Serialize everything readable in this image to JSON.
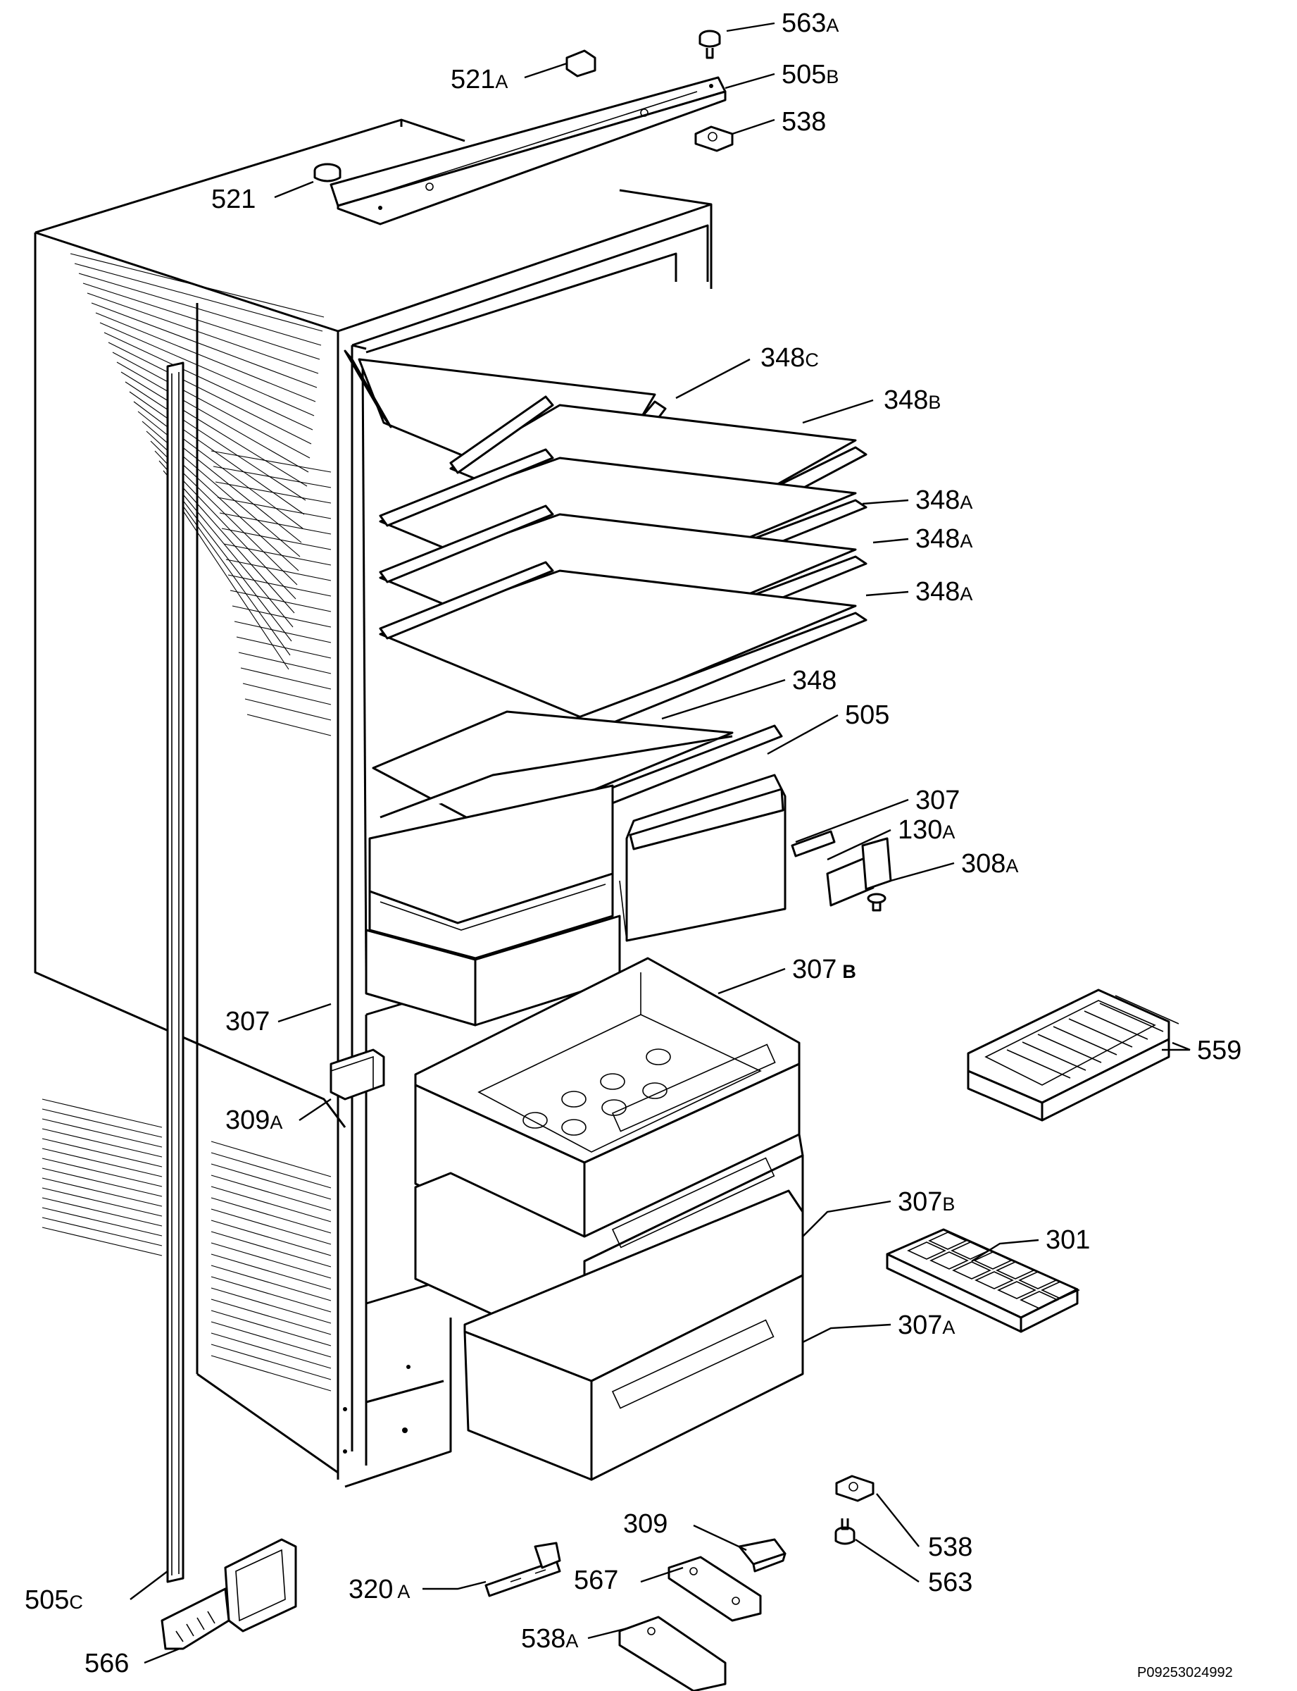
{
  "drawing_number": "P09253024992",
  "labels": [
    {
      "id": "563A",
      "num": "563",
      "suffix": "A"
    },
    {
      "id": "521A",
      "num": "521",
      "suffix": "A"
    },
    {
      "id": "505B",
      "num": "505",
      "suffix": "B"
    },
    {
      "id": "538-top",
      "num": "538",
      "suffix": ""
    },
    {
      "id": "521",
      "num": "521",
      "suffix": ""
    },
    {
      "id": "348C",
      "num": "348",
      "suffix": "C"
    },
    {
      "id": "348B",
      "num": "348",
      "suffix": "B"
    },
    {
      "id": "348A-1",
      "num": "348",
      "suffix": "A"
    },
    {
      "id": "348A-2",
      "num": "348",
      "suffix": "A"
    },
    {
      "id": "348A-3",
      "num": "348",
      "suffix": "A"
    },
    {
      "id": "348",
      "num": "348",
      "suffix": ""
    },
    {
      "id": "505",
      "num": "505",
      "suffix": ""
    },
    {
      "id": "307-right",
      "num": "307",
      "suffix": ""
    },
    {
      "id": "130A",
      "num": "130",
      "suffix": "A"
    },
    {
      "id": "308A",
      "num": "308",
      "suffix": "A"
    },
    {
      "id": "307B-top",
      "num": "307",
      "suffix": "B"
    },
    {
      "id": "307-left",
      "num": "307",
      "suffix": ""
    },
    {
      "id": "559",
      "num": "559",
      "suffix": ""
    },
    {
      "id": "309A",
      "num": "309",
      "suffix": "A"
    },
    {
      "id": "307B",
      "num": "307",
      "suffix": "B"
    },
    {
      "id": "301",
      "num": "301",
      "suffix": ""
    },
    {
      "id": "307A",
      "num": "307",
      "suffix": "A"
    },
    {
      "id": "309",
      "num": "309",
      "suffix": ""
    },
    {
      "id": "320A",
      "num": "320",
      "suffix": "A"
    },
    {
      "id": "538-bottom",
      "num": "538",
      "suffix": ""
    },
    {
      "id": "505C",
      "num": "505",
      "suffix": "C"
    },
    {
      "id": "563",
      "num": "563",
      "suffix": ""
    },
    {
      "id": "567",
      "num": "567",
      "suffix": ""
    },
    {
      "id": "538A",
      "num": "538",
      "suffix": "A"
    },
    {
      "id": "566",
      "num": "566",
      "suffix": ""
    }
  ]
}
